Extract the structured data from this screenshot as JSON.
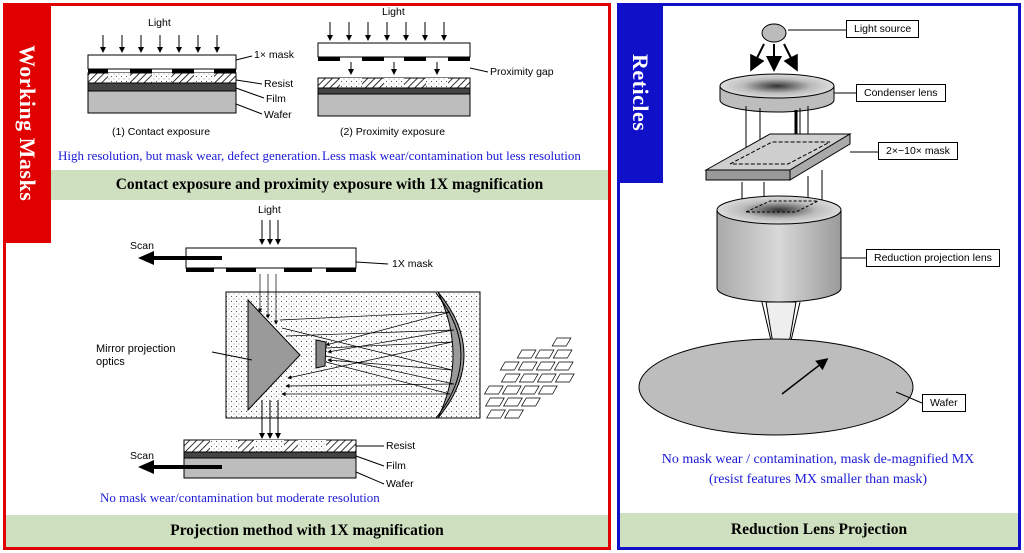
{
  "left": {
    "tab_label": "Working Masks",
    "contact": {
      "light_label": "Light",
      "mask_label": "1× mask",
      "resist_label": "Resist",
      "film_label": "Film",
      "wafer_label": "Wafer",
      "caption": "(1)  Contact exposure",
      "note": "High resolution, but mask wear, defect generation."
    },
    "proximity": {
      "light_label": "Light",
      "gap_label": "Proximity gap",
      "caption": "(2)  Proximity exposure",
      "note": "Less mask wear/contamination but less resolution"
    },
    "banner_top": "Contact exposure and proximity exposure with 1X magnification",
    "projection": {
      "light_label": "Light",
      "scan_top": "Scan",
      "mask_label": "1X mask",
      "optics_label": "Mirror projection optics",
      "scan_bottom": "Scan",
      "resist_label": "Resist",
      "film_label": "Film",
      "wafer_label": "Wafer",
      "note": "No mask wear/contamination but moderate resolution"
    },
    "banner_bottom": "Projection method with 1X magnification"
  },
  "right": {
    "tab_label": "Reticles",
    "light_source": "Light source",
    "condenser": "Condenser lens",
    "mask": "2×−10× mask",
    "reduction_lens": "Reduction projection lens",
    "wafer": "Wafer",
    "note_line1": "No mask wear / contamination, mask de-magnified MX",
    "note_line2": "(resist features MX smaller than mask)",
    "banner": "Reduction Lens Projection"
  }
}
